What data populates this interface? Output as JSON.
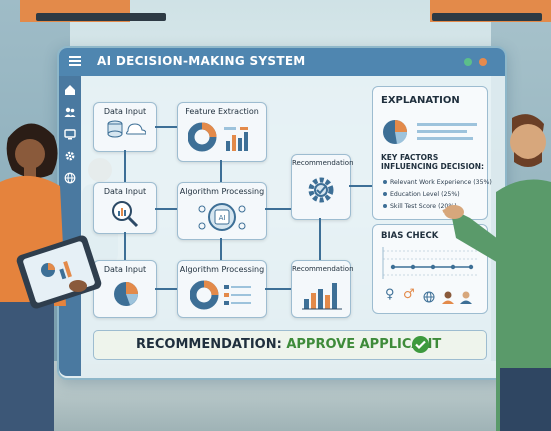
{
  "window": {
    "title": "AI DECISION-MAKING SYSTEM"
  },
  "pipeline": {
    "column1": [
      "Data Input",
      "Data Input",
      "Data Input"
    ],
    "feature_extraction": "Feature Extraction",
    "algorithm_processing_1": "Algorithm Processing",
    "algorithm_processing_2": "Algorithm Processing",
    "recommendation_1": "Recommendation",
    "recommendation_2": "Recommendation"
  },
  "explanation": {
    "heading": "EXPLANATION",
    "key_factors_heading": "KEY FACTORS INFLUENCING DECISION:",
    "factors": [
      "Relevant Work Experience (35%)",
      "Education Level (25%)",
      "Skill Test Score (20%)"
    ]
  },
  "bias_check": {
    "heading": "BIAS CHECK",
    "symbols": [
      "♀",
      "♂"
    ]
  },
  "recommendation_bar": {
    "prefix": "RECOMMENDATION:",
    "decision": "APPROVE APPLICANT"
  },
  "colors": {
    "titlebar": "#4f86b0",
    "accent_orange": "#e38a4a",
    "approve_green": "#3e8b3a",
    "chart_blue": "#3d6f96"
  },
  "icons": [
    "menu-icon",
    "home-icon",
    "users-icon",
    "monitor-icon",
    "gear-icon",
    "globe-icon",
    "checkmark-icon"
  ]
}
